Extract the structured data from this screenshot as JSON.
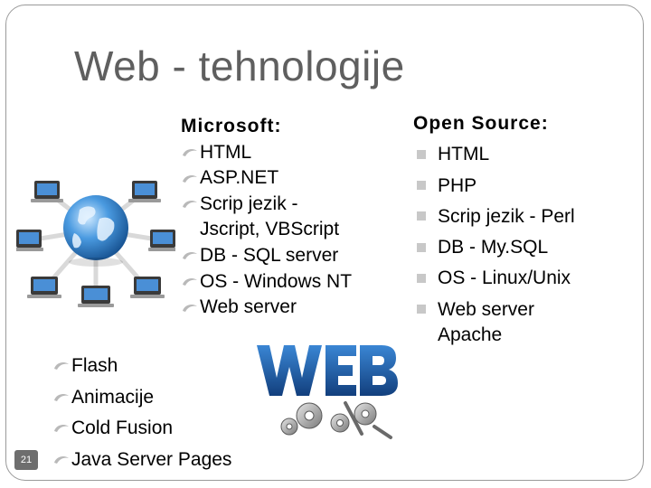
{
  "slide": {
    "title": "Web - tehnologije",
    "page_number": "21"
  },
  "microsoft": {
    "heading": "Microsoft:",
    "items": [
      "HTML",
      "ASP.NET",
      "Scrip jezik -",
      "DB - SQL server",
      "OS - Windows NT",
      "Web server"
    ],
    "continuation": "Jscript, VBScript"
  },
  "open_source": {
    "heading": "Open Source:",
    "items": [
      "HTML",
      "PHP",
      "Scrip jezik - Perl",
      "DB - My.SQL",
      "OS - Linux/Unix",
      "Web server"
    ],
    "continuation": "Apache"
  },
  "other": {
    "items": [
      "Flash",
      "Animacije",
      "Cold Fusion",
      "Java Server Pages"
    ]
  },
  "icons": {
    "list_bullet": "swirl-bullet-icon",
    "square_bullet": "square-bullet-icon",
    "globe_network": "globe-network-icon",
    "web_logo": "web-logo-icon"
  },
  "colors": {
    "title": "#5f5f5f",
    "bullet": "#b9b9b9",
    "web_blue": "#1f5fa8",
    "globe_blue": "#2f7fc8"
  }
}
